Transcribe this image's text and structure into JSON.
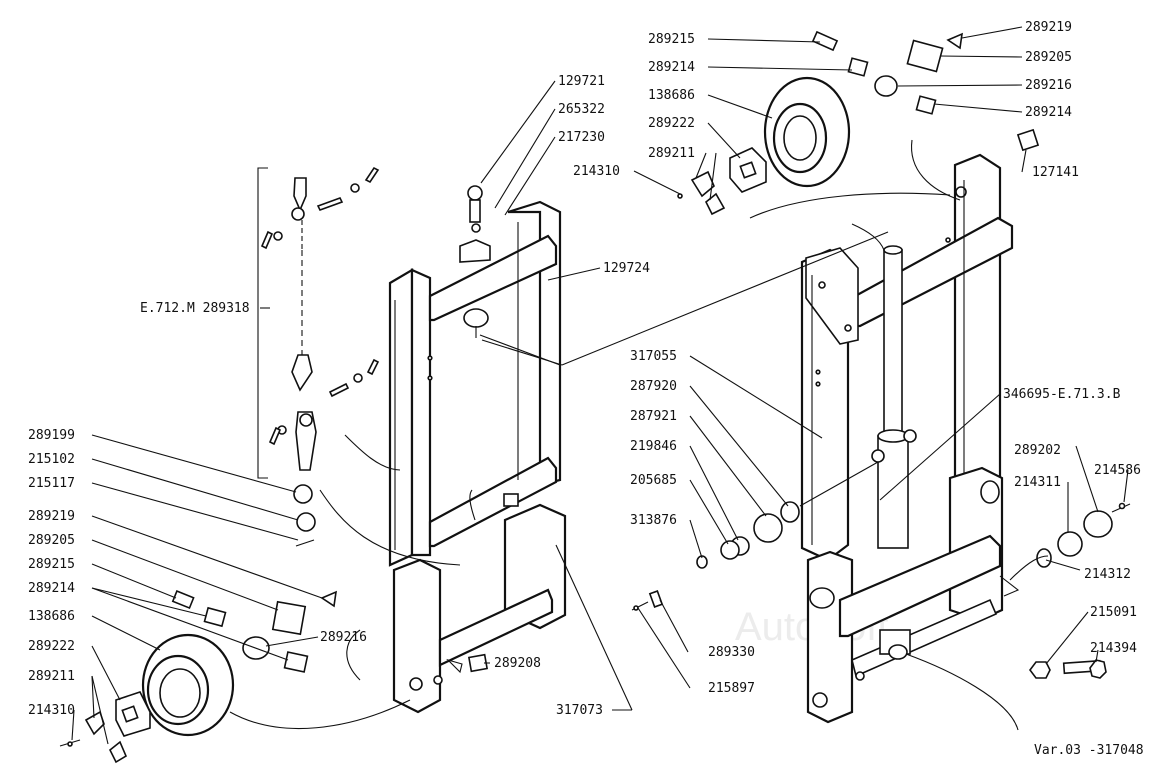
{
  "drawing": {
    "group_label": "E.712.M  289318",
    "assembly_label": "346695-E.71.3.B",
    "variant": "Var.03 -317048",
    "watermark": "AutoSoft"
  },
  "callouts": {
    "p129721": "129721",
    "p265322": "265322",
    "p217230": "217230",
    "p129724": "129724",
    "p289199": "289199",
    "p215102": "215102",
    "p215117": "215117",
    "p289219_left": "289219",
    "p289205_left": "289205",
    "p289215_left": "289215",
    "p289214_left": "289214",
    "p138686_left": "138686",
    "p289222_left": "289222",
    "p289211_left": "289211",
    "p214310_left": "214310",
    "p289216_left": "289216",
    "p289208": "289208",
    "p317073": "317073",
    "p289215_top": "289215",
    "p289214_top1": "289214",
    "p138686_top": "138686",
    "p289222_top": "289222",
    "p289211_top": "289211",
    "p214310_top": "214310",
    "p289219_top": "289219",
    "p289205_top": "289205",
    "p289216_top": "289216",
    "p289214_top2": "289214",
    "p127141": "127141",
    "p317055": "317055",
    "p287920": "287920",
    "p287921": "287921",
    "p219846": "219846",
    "p205685": "205685",
    "p313876": "313876",
    "p289330": "289330",
    "p215897": "215897",
    "p289202": "289202",
    "p214586": "214586",
    "p214311": "214311",
    "p214312": "214312",
    "p215091": "215091",
    "p214394": "214394"
  }
}
